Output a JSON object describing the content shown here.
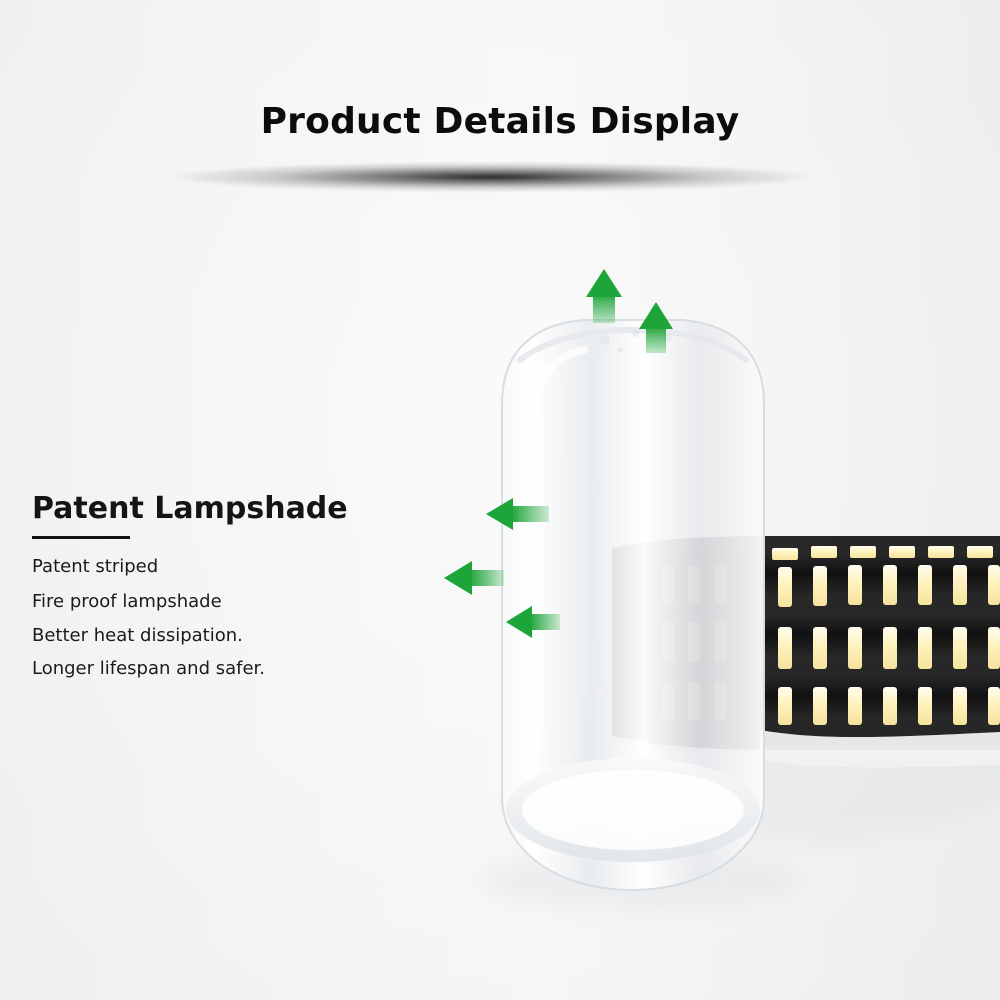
{
  "header": {
    "title": "Product Details Display"
  },
  "feature_panel": {
    "title": "Patent Lampshade",
    "items": [
      "Patent striped",
      "Fire proof lampshade",
      "Better heat dissipation.",
      "Longer lifespan and safer."
    ]
  },
  "colors": {
    "arrow_green": "#1ea53a",
    "text_dark": "#141414",
    "led_warm": "#fff2bc",
    "pcb_dark": "#161616"
  },
  "icons": {
    "airflow_arrow": "green-arrow-icon"
  }
}
